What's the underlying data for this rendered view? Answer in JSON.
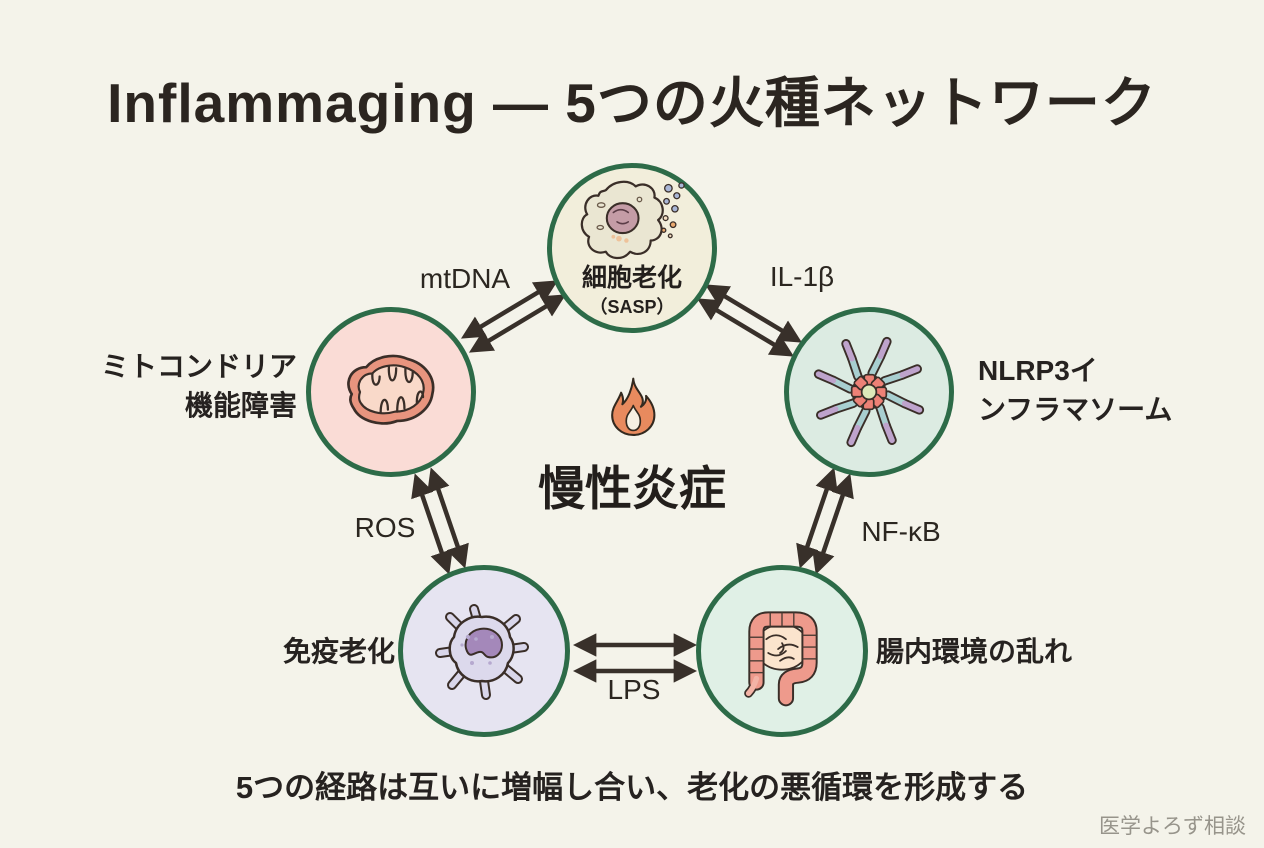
{
  "title": "Inflammaging ― 5つの火種ネットワーク",
  "center": {
    "label": "慢性炎症",
    "icon": "flame-icon"
  },
  "nodes": {
    "senescence": {
      "label": "細胞老化",
      "sublabel": "（SASP）",
      "icon": "senescent-cell-icon"
    },
    "mitochondria": {
      "line1": "ミトコンドリア",
      "line2": "機能障害",
      "icon": "mitochondria-icon"
    },
    "nlrp3": {
      "line1": "NLRP3イ",
      "line2": "ンフラマソーム",
      "icon": "inflammasome-icon"
    },
    "immune": {
      "label": "免疫老化",
      "icon": "immune-cell-icon"
    },
    "gut": {
      "label": "腸内環境の乱れ",
      "icon": "intestine-icon"
    }
  },
  "edges": {
    "mito_senescence": {
      "label": "mtDNA"
    },
    "senescence_nlrp3": {
      "label": "IL-1β"
    },
    "nlrp3_gut": {
      "label": "NF-κB"
    },
    "gut_immune": {
      "label": "LPS"
    },
    "immune_mito": {
      "label": "ROS"
    }
  },
  "caption": "5つの経路は互いに増幅し合い、老化の悪循環を形成する",
  "watermark": "医学よろず相談",
  "colors": {
    "background": "#f4f3ea",
    "node_border": "#2d6b48",
    "senescence_fill": "#f2eedb",
    "mitochondria_fill": "#fadcd6",
    "nlrp3_fill": "#dcebe2",
    "immune_fill": "#e6e4f1",
    "gut_fill": "#e0f0e6",
    "flame_orange": "#e88a5e",
    "arrow": "#38302a",
    "text": "#262220"
  }
}
